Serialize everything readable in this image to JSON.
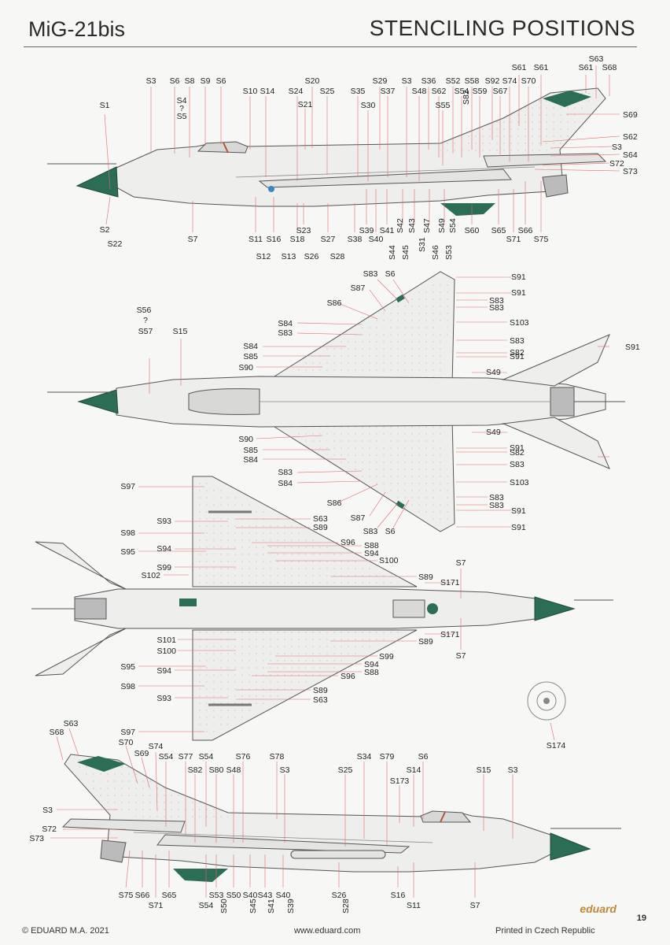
{
  "header": {
    "model": "MiG-21bis",
    "title": "STENCILING POSITIONS"
  },
  "footer": {
    "copyright": "© EDUARD M.A. 2021",
    "website": "www.eduard.com",
    "printed": "Printed in Czech Republic",
    "page": "19",
    "brand": "eduard"
  },
  "colors": {
    "aircraft_fill": "#eeeeec",
    "aircraft_stroke": "#555555",
    "nose_cone": "#2c6e55",
    "leader_line": "#e06a6a",
    "stencil_red": "#d33333",
    "stencil_blue": "#3a86c4"
  },
  "views": {
    "side_left": {
      "labels": [
        "S3",
        "S6",
        "S8",
        "S9",
        "S6",
        "S4",
        "?",
        "S5",
        "S10",
        "S14",
        "S20",
        "S21",
        "S24",
        "S25",
        "S35",
        "S29",
        "S30",
        "S37",
        "S3",
        "S36",
        "S48",
        "S52",
        "S62",
        "S58",
        "S55",
        "S54",
        "S82",
        "S59",
        "S92",
        "S67",
        "S74",
        "S70",
        "S61",
        "S61",
        "S63",
        "S61",
        "S68",
        "S69",
        "S62",
        "S3",
        "S64",
        "S72",
        "S73",
        "S1",
        "S2",
        "S22",
        "S7",
        "S11",
        "S16",
        "S18",
        "S23",
        "S27",
        "S38",
        "S39",
        "S40",
        "S41",
        "S42",
        "S43",
        "S31",
        "S47",
        "S49",
        "S54",
        "S60",
        "S65",
        "S71",
        "S66",
        "S75",
        "S12",
        "S13",
        "S26",
        "S28",
        "S44",
        "S45",
        "S46",
        "S53"
      ]
    },
    "top": {
      "labels": [
        "S83",
        "S6",
        "S91",
        "S87",
        "S91",
        "S86",
        "S83",
        "S83",
        "S56",
        "?",
        "S57",
        "S15",
        "S84",
        "S83",
        "S103",
        "S84",
        "S83",
        "S91",
        "S85",
        "S91",
        "S82",
        "S90",
        "S49",
        "S49",
        "S90",
        "S91",
        "S82",
        "S85",
        "S84",
        "S83",
        "S83",
        "S84",
        "S103",
        "S86",
        "S83",
        "S83",
        "S87",
        "S91",
        "S83",
        "S6",
        "S91"
      ]
    },
    "bottom": {
      "labels": [
        "S97",
        "S93",
        "S63",
        "S98",
        "S89",
        "S96",
        "S95",
        "S94",
        "S88",
        "S94",
        "S99",
        "S100",
        "S102",
        "S7",
        "S89",
        "S171",
        "S101",
        "S171",
        "S100",
        "S89",
        "S99",
        "S7",
        "S95",
        "S94",
        "S94",
        "S88",
        "S98",
        "S96",
        "S93",
        "S89",
        "S63",
        "S97",
        "S174"
      ]
    },
    "side_right": {
      "labels": [
        "S63",
        "S68",
        "S70",
        "S74",
        "S69",
        "S54",
        "S77",
        "S54",
        "S76",
        "S78",
        "S82",
        "S80",
        "S48",
        "S3",
        "S25",
        "S34",
        "S79",
        "S6",
        "S14",
        "S173",
        "S15",
        "S3",
        "S3",
        "S72",
        "S73",
        "S75",
        "S66",
        "S71",
        "S65",
        "S53",
        "S54",
        "S50",
        "S40",
        "S43",
        "S40",
        "S50",
        "S45",
        "S41",
        "S39",
        "S26",
        "S28",
        "S16",
        "S11",
        "S7"
      ]
    }
  }
}
